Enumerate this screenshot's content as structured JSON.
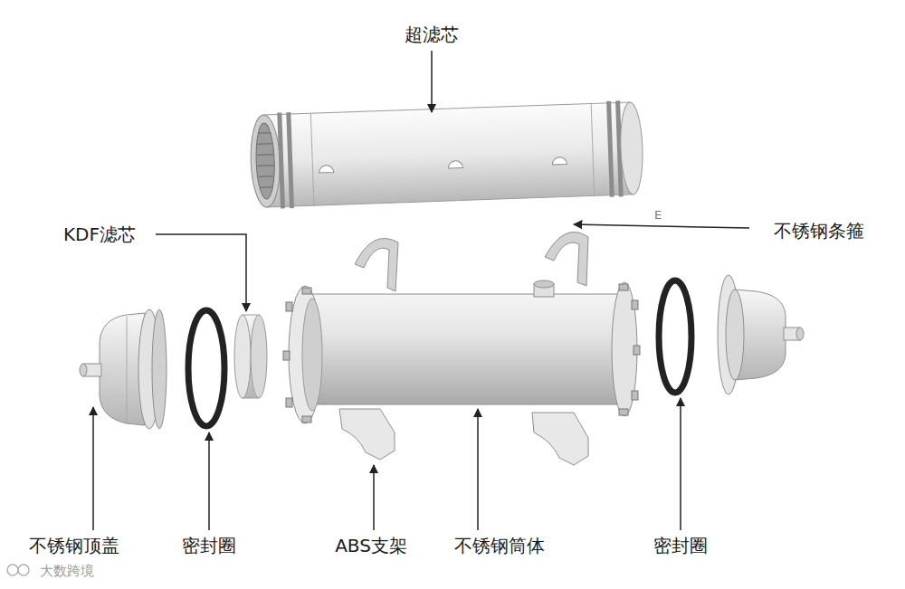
{
  "diagram": {
    "labels": [
      "超滤芯",
      "KDF滤芯",
      "不锈钢条箍",
      "E",
      "不锈钢顶盖",
      "密封圈",
      "ABS支架",
      "不锈钢筒体",
      "密封圈",
      "大数跨境"
    ]
  }
}
